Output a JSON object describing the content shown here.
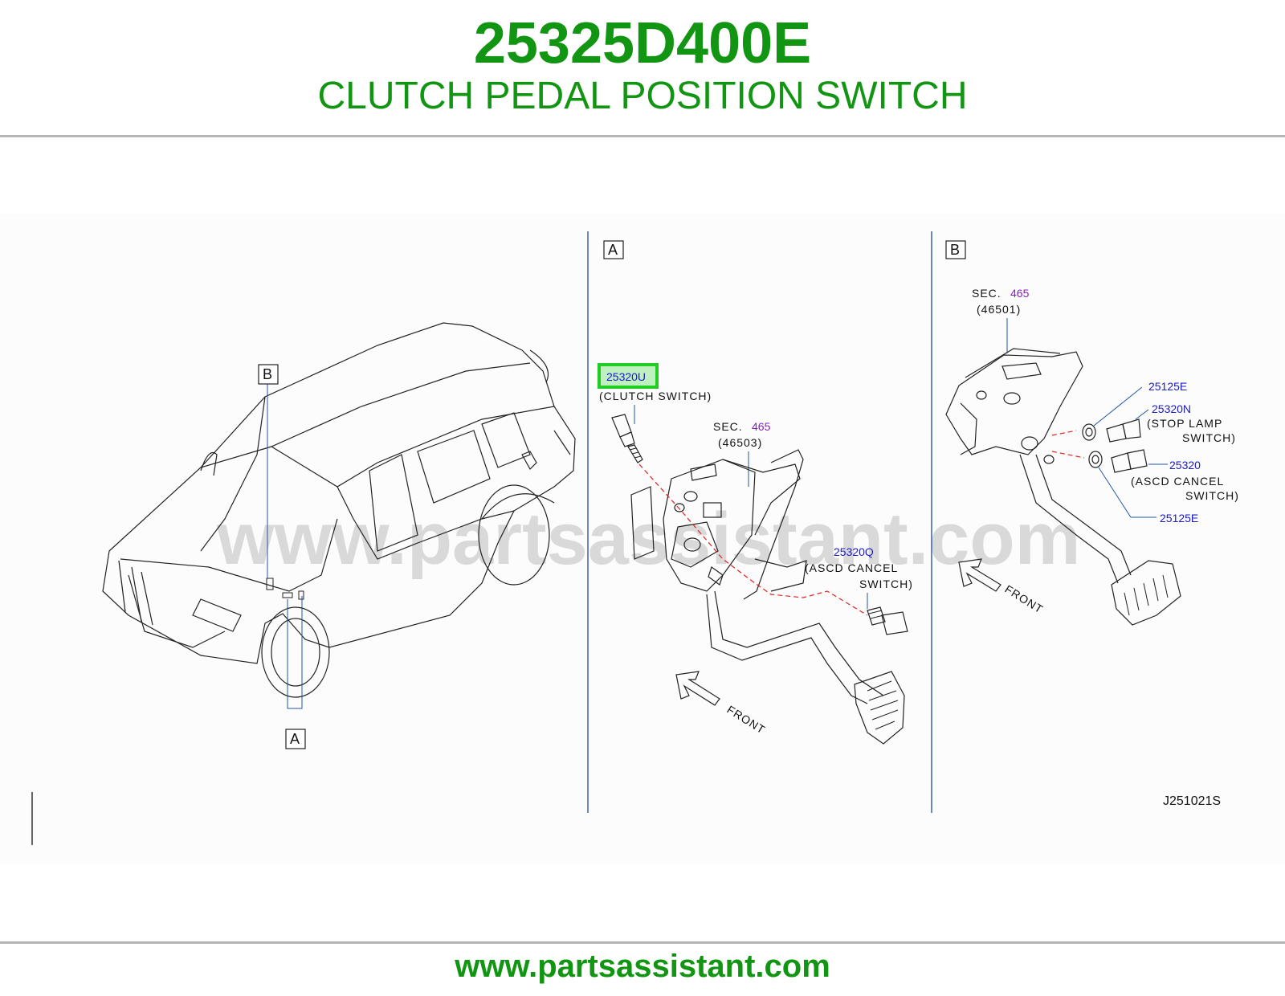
{
  "header": {
    "part_number": "25325D400E",
    "part_name": "CLUTCH PEDAL POSITION SWITCH"
  },
  "diagram": {
    "watermark": "www.partsassistant.com",
    "drawing_code": "J251021S",
    "vehicle_view": {
      "callout_b": "B",
      "callout_a": "A"
    },
    "panel_a": {
      "tag": "A",
      "clutch_switch_part": "25320U",
      "clutch_switch_name": "(CLUTCH   SWITCH)",
      "sec_label": "SEC.",
      "sec_number": "465",
      "sec_sub": "(46503)",
      "ascd_part": "25320Q",
      "ascd_name_1": "(ASCD   CANCEL",
      "ascd_name_2": "SWITCH)",
      "front_label": "FRONT"
    },
    "panel_b": {
      "tag": "B",
      "sec_label": "SEC.",
      "sec_number": "465",
      "sec_sub": "(46501)",
      "part_25125e_top": "25125E",
      "stop_lamp_part": "25320N",
      "stop_lamp_name_1": "(STOP   LAMP",
      "stop_lamp_name_2": "SWITCH)",
      "ascd_part": "25320",
      "ascd_name_1": "(ASCD   CANCEL",
      "ascd_name_2": "SWITCH)",
      "part_25125e_bottom": "25125E",
      "front_label": "FRONT"
    }
  },
  "footer": {
    "url": "www.partsassistant.com"
  },
  "colors": {
    "brand_green": "#129512",
    "highlight_green": "#22cc22",
    "part_link_blue": "#1a1ac8",
    "section_purple": "#8a1ec0",
    "leader_dash_red": "#e02020"
  }
}
